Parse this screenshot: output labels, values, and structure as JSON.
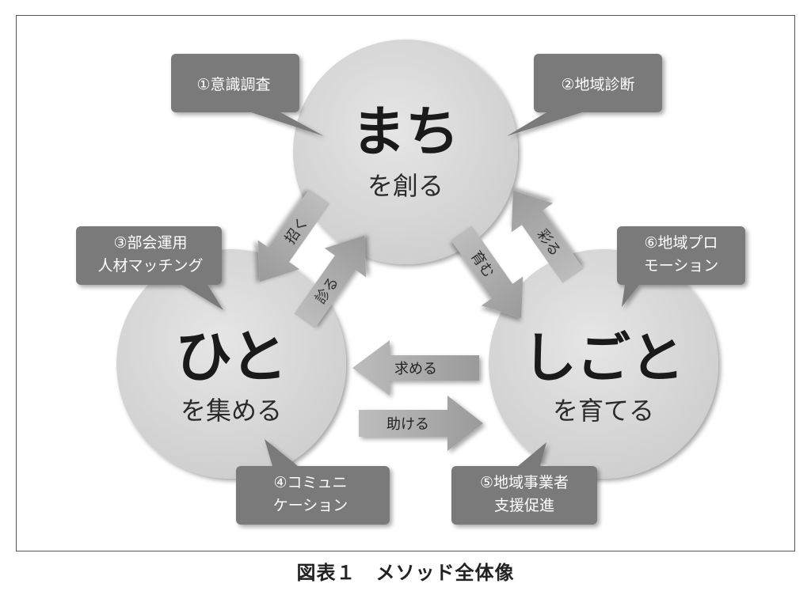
{
  "circles": {
    "machi": {
      "title": "まち",
      "subtitle": "を創る"
    },
    "hito": {
      "title": "ひと",
      "subtitle": "を集める"
    },
    "shigoto": {
      "title": "しごと",
      "subtitle": "を育てる"
    }
  },
  "bubbles": {
    "b1": {
      "lines": [
        "①意識調査"
      ]
    },
    "b2": {
      "lines": [
        "②地域診断"
      ]
    },
    "b3": {
      "lines": [
        "③部会運用",
        "人材マッチング"
      ]
    },
    "b4": {
      "lines": [
        "④コミュニ",
        "ケーション"
      ]
    },
    "b5": {
      "lines": [
        "⑤地域事業者",
        "支援促進"
      ]
    },
    "b6": {
      "lines": [
        "⑥地域プロ",
        "モーション"
      ]
    }
  },
  "arrows": {
    "maneku": "招く",
    "miru": "診る",
    "hagukumu": "育む",
    "irodoru": "彩る",
    "motomeru": "求める",
    "tasukeru": "助ける"
  },
  "caption": "図表１　メソッド全体像",
  "colors": {
    "circle_fill": "#d9d9d9",
    "bubble_fill": "#7a7a7a",
    "arrow_fill": "#a8a8a8"
  }
}
